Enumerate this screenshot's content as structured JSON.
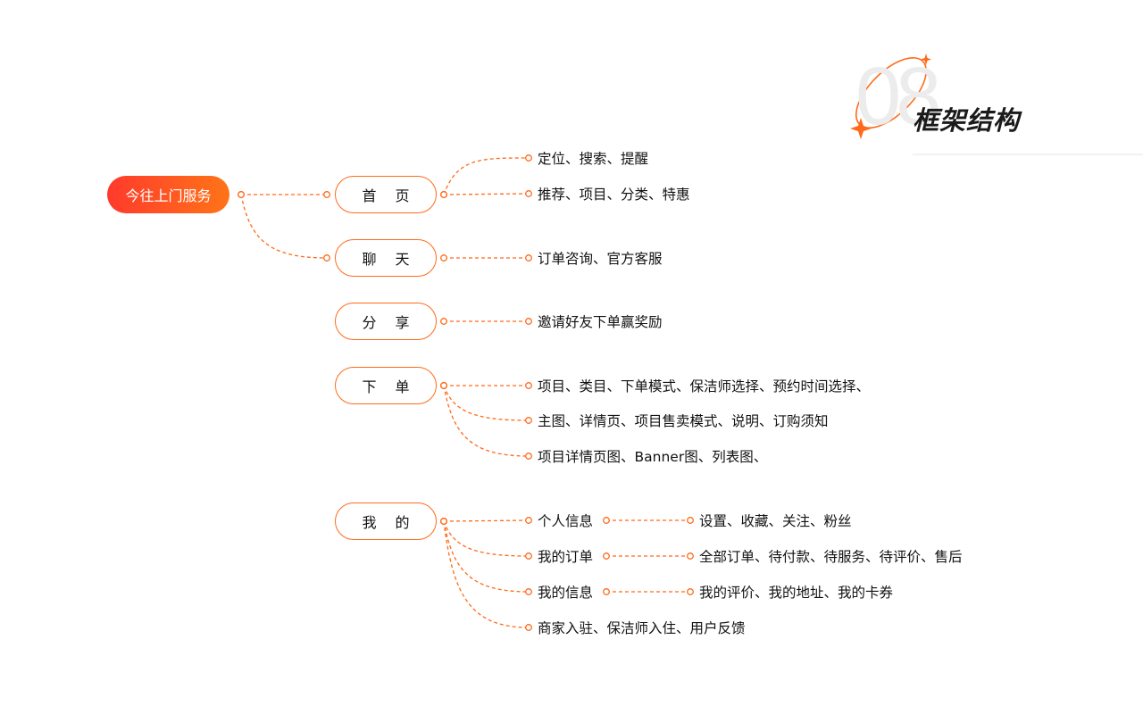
{
  "header": {
    "number": "08",
    "title": "框架结构"
  },
  "colors": {
    "accent": "#ff6a1a",
    "root_from": "#ff3a2c",
    "root_to": "#ff7418"
  },
  "root": "今往上门服务",
  "branches": [
    {
      "label": "首 页",
      "leaves": [
        "定位、搜索、提醒",
        "推荐、项目、分类、特惠"
      ]
    },
    {
      "label": "聊 天",
      "leaves": [
        "订单咨询、官方客服"
      ]
    },
    {
      "label": "分 享",
      "leaves": [
        "邀请好友下单赢奖励"
      ]
    },
    {
      "label": "下 单",
      "leaves": [
        "项目、类目、下单模式、保洁师选择、预约时间选择、",
        "主图、详情页、项目售卖模式、说明、订购须知",
        "项目详情页图、Banner图、列表图、"
      ]
    },
    {
      "label": "我 的",
      "leaves": [
        "个人信息",
        "我的订单",
        "我的信息",
        "商家入驻、保洁师入住、用户反馈"
      ],
      "sub": [
        "设置、收藏、关注、粉丝",
        "全部订单、待付款、待服务、待评价、售后",
        "我的评价、我的地址、我的卡券"
      ]
    }
  ]
}
